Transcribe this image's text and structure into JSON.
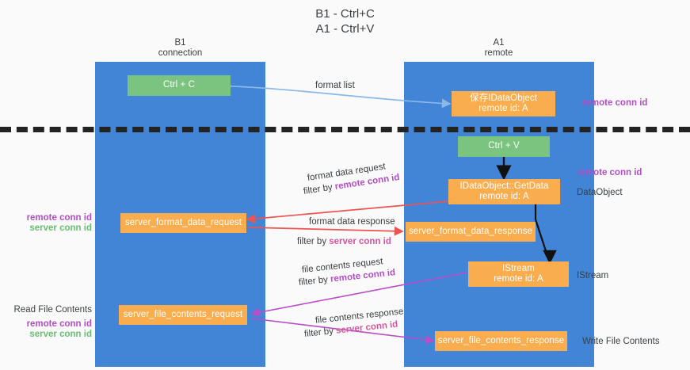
{
  "title": "B1 - Ctrl+C\nA1 - Ctrl+V",
  "columns": [
    {
      "name": "B1",
      "role": "connection"
    },
    {
      "name": "A1",
      "role": "remote"
    }
  ],
  "nodes": [
    {
      "id": "ctrl-c",
      "line1": "Ctrl + C",
      "line2": "",
      "color": "green"
    },
    {
      "id": "save-idataobject",
      "line1": "保存IDataObject",
      "line2": "remote id: A",
      "color": "orange"
    },
    {
      "id": "ctrl-v",
      "line1": "Ctrl + V",
      "line2": "",
      "color": "green"
    },
    {
      "id": "idataobject-getdata",
      "line1": "IDataObject::GetData",
      "line2": "remote id: A",
      "color": "orange"
    },
    {
      "id": "server-format-data-request",
      "line1": "server_format_data_request",
      "line2": "",
      "color": "orange"
    },
    {
      "id": "server-format-data-response",
      "line1": "server_format_data_response",
      "line2": "",
      "color": "orange"
    },
    {
      "id": "istream",
      "line1": "IStream",
      "line2": "remote id: A",
      "color": "orange"
    },
    {
      "id": "server-file-contents-request",
      "line1": "server_file_contents_request",
      "line2": "",
      "color": "orange"
    },
    {
      "id": "server-file-contents-response",
      "line1": "server_file_contents_response",
      "line2": "",
      "color": "orange"
    }
  ],
  "edge_labels": {
    "format_list": "format list",
    "format_data_request": "format data request",
    "format_data_response": "format data response",
    "file_contents_request": "file contents request",
    "file_contents_response": "file contents response",
    "filter_by": "filter by ",
    "remote_conn_id": "remote conn id",
    "server_conn_id": "server conn id"
  },
  "right_annotations": [
    {
      "id": "remote-conn-id-top",
      "text": "remote conn id",
      "kind": "remote"
    },
    {
      "id": "remote-conn-id-mid",
      "text": "remote conn id",
      "kind": "remote"
    },
    {
      "id": "dataobject",
      "text": "DataObject",
      "kind": "plain"
    },
    {
      "id": "istream",
      "text": "IStream",
      "kind": "plain"
    },
    {
      "id": "write-file-contents",
      "text": "Write File Contents",
      "kind": "plain"
    }
  ],
  "left_annotations": [
    {
      "id": "remote-conn-id-left-1",
      "text": "remote conn id",
      "kind": "remote"
    },
    {
      "id": "server-conn-id-left-1",
      "text": "server conn id",
      "kind": "server-green"
    },
    {
      "id": "read-file-contents",
      "text": "Read File Contents",
      "kind": "plain"
    },
    {
      "id": "remote-conn-id-left-2",
      "text": "remote conn id",
      "kind": "remote"
    },
    {
      "id": "server-conn-id-left-2",
      "text": "server conn id",
      "kind": "server-green"
    }
  ],
  "colors": {
    "lane": "#4285d6",
    "green_node": "#7ac47f",
    "orange_node": "#f9ad4e",
    "remote_conn_id": "#b14ec4",
    "server_conn_id_green": "#69bd72",
    "server_conn_id_pink": "#d2579e",
    "arrow_blue": "#8ab8e8",
    "arrow_red": "#ef5350",
    "arrow_purple": "#bb4dc8",
    "arrow_black": "#000000",
    "separator": "#232323",
    "background": "#fafafa"
  }
}
